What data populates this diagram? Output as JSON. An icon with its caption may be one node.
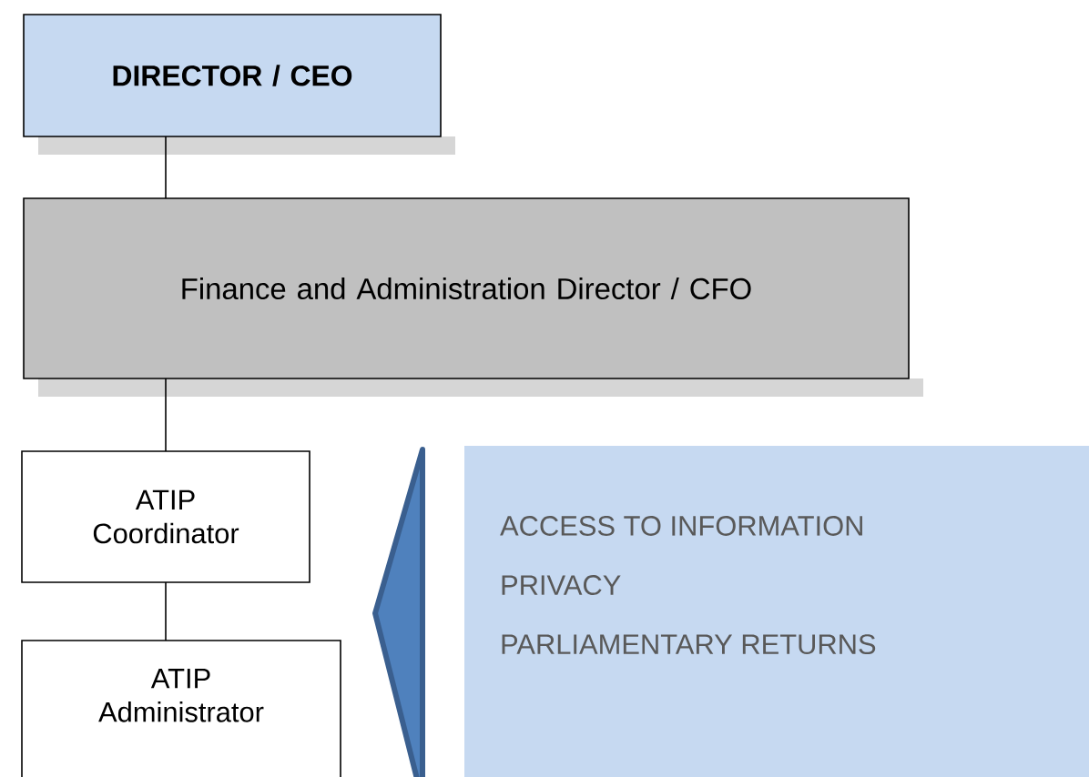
{
  "diagram": {
    "nodes": [
      {
        "text": [
          "DIRECTOR / CEO"
        ]
      },
      {
        "text": [
          "Finance and Administration Director / CFO"
        ]
      },
      {
        "text": [
          "ATIP Coordinator"
        ]
      },
      {
        "text": [
          "ATIP Administrator"
        ]
      },
      {
        "text": [
          "ACCESS TO INFORMATION",
          "PRIVACY",
          "PARLIAMENTARY RETURNS"
        ]
      },
      {
        "text": [],
        "shape": "triangle"
      }
    ],
    "edges": [
      {
        "from": 0,
        "to": 1,
        "arrow": "none"
      },
      {
        "from": 1,
        "to": 2,
        "arrow": "none"
      },
      {
        "from": 2,
        "to": 3,
        "arrow": "none"
      }
    ]
  }
}
